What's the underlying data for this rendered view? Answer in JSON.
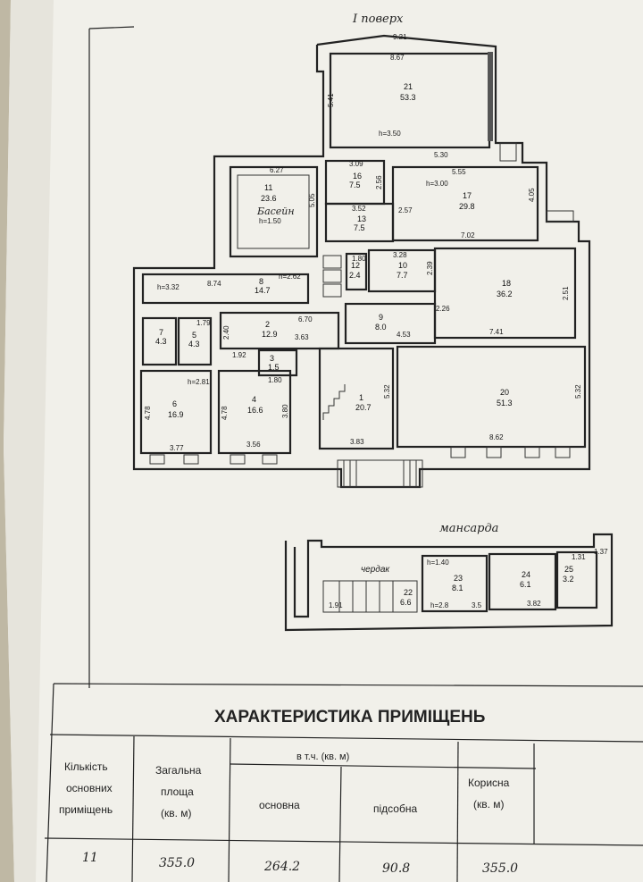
{
  "plan": {
    "floor1_title": "I поверх",
    "attic_title": "мансарда",
    "attic_space_label": "чердак",
    "pool_label": "Басейн",
    "pool_depth": "h=1.50",
    "dims": {
      "top_width": "9.21",
      "room21_width": "8.67",
      "room21_height": "h=3.50",
      "room21_left": "5.41",
      "room_b_width": "5.30",
      "pool_top": "6.27",
      "pool_side": "5.05",
      "r16_top": "3.09",
      "r16_side": "2.56",
      "r17_top": "5.55",
      "r17_height": "h=3.00",
      "r17_side": "4.05",
      "r13_top": "3.52",
      "r13_side": "2.57",
      "r17_bottom": "7.02",
      "r10_top": "3.28",
      "r10_side": "2.39",
      "r12_side": "1.80",
      "r18_side": "2.51",
      "r18_bottom": "7.41",
      "corridor_h": "h=3.32",
      "r8_w": "8.74",
      "r8_h": "h=2.62",
      "r9_w": "4.53",
      "r9_side": "2.26",
      "r2_w": "6.70",
      "r2_side": "2.40",
      "r2_b": "3.63",
      "r3_w": "1.92",
      "r5_top": "1.79",
      "r6_side": "4.78",
      "r6_bottom": "3.77",
      "r6_h": "h=2.81",
      "r4_side": "4.78",
      "r4_side2": "3.80",
      "r4_top": "1.80",
      "r4_bottom": "3.56",
      "r1_side": "5.32",
      "r1_bottom": "3.83",
      "r20_side": "5.32",
      "r20_bottom": "8.62",
      "attic_h": "h=1.40",
      "attic_w1": "1.31",
      "attic_w2": "3.82",
      "attic_w3": "1.37",
      "attic_left": "1.91",
      "attic_b": "3.5",
      "attic_label_c": "h=2.8"
    },
    "rooms": [
      {
        "no": "21",
        "area": "53.3"
      },
      {
        "no": "11",
        "area": "23.6"
      },
      {
        "no": "16",
        "area": "7.5"
      },
      {
        "no": "13",
        "area": "7.5"
      },
      {
        "no": "17",
        "area": "29.8"
      },
      {
        "no": "10",
        "area": "7.7"
      },
      {
        "no": "12",
        "area": "2.4"
      },
      {
        "no": "18",
        "area": "36.2"
      },
      {
        "no": "8",
        "area": "14.7"
      },
      {
        "no": "9",
        "area": "8.0"
      },
      {
        "no": "2",
        "area": "12.9"
      },
      {
        "no": "3",
        "area": "1.5"
      },
      {
        "no": "7",
        "area": "4.3"
      },
      {
        "no": "5",
        "area": "4.3"
      },
      {
        "no": "6",
        "area": "16.9"
      },
      {
        "no": "4",
        "area": "16.6"
      },
      {
        "no": "1",
        "area": "20.7"
      },
      {
        "no": "20",
        "area": "51.3"
      },
      {
        "no": "22",
        "area": "6.6"
      },
      {
        "no": "23",
        "area": "8.1"
      },
      {
        "no": "24",
        "area": "6.1"
      },
      {
        "no": "25",
        "area": "3.2"
      }
    ]
  },
  "table": {
    "title": "ХАРАКТЕРИСТИКА ПРИМІЩЕНЬ",
    "group_header": "в т.ч. (кв. м)",
    "col_count": [
      "Кількість",
      "основних",
      "приміщень"
    ],
    "col_total": [
      "Загальна",
      "площа",
      "(кв. м)"
    ],
    "col_main": "основна",
    "col_aux": "підсобна",
    "col_useful": [
      "Корисна",
      "(кв. м)"
    ],
    "values": {
      "count": "11",
      "total": "355.0",
      "main": "264.2",
      "aux": "90.8",
      "useful": "355.0"
    }
  }
}
